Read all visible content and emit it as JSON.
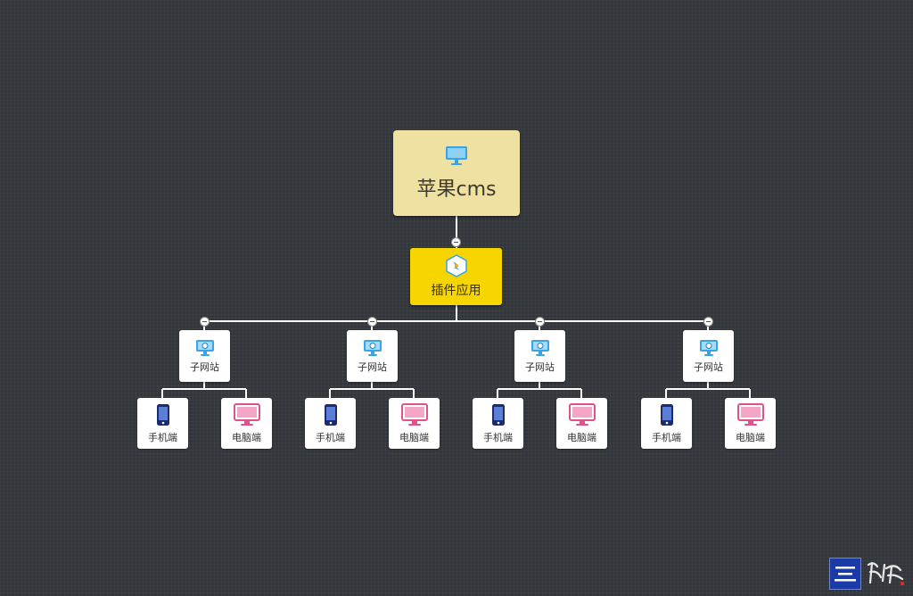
{
  "root": {
    "label": "苹果cms",
    "icon": "monitor-icon"
  },
  "plugin": {
    "label": "插件应用",
    "icon": "plugin-hexagon-icon"
  },
  "sites": [
    {
      "label": "子网站",
      "icon": "monitor-browser-icon",
      "devices": [
        {
          "label": "手机端",
          "icon": "smartphone-icon"
        },
        {
          "label": "电脑端",
          "icon": "desktop-computer-icon"
        }
      ]
    },
    {
      "label": "子网站",
      "icon": "monitor-browser-icon",
      "devices": [
        {
          "label": "手机端",
          "icon": "smartphone-icon"
        },
        {
          "label": "电脑端",
          "icon": "desktop-computer-icon"
        }
      ]
    },
    {
      "label": "子网站",
      "icon": "monitor-browser-icon",
      "devices": [
        {
          "label": "手机端",
          "icon": "smartphone-icon"
        },
        {
          "label": "电脑端",
          "icon": "desktop-computer-icon"
        }
      ]
    },
    {
      "label": "子网站",
      "icon": "monitor-browser-icon",
      "devices": [
        {
          "label": "手机端",
          "icon": "smartphone-icon"
        },
        {
          "label": "电脑端",
          "icon": "desktop-computer-icon"
        }
      ]
    }
  ],
  "colors": {
    "background": "#33373b",
    "root_fill": "#efe1a2",
    "plugin_fill": "#f6d500",
    "child_fill": "#ffffff",
    "connector": "#ffffff",
    "phone_icon": "#1d2a6e",
    "desktop_icon": "#e0528c",
    "site_icon": "#3aa3e3"
  },
  "watermark": {
    "icon": "brand-logo-icon"
  }
}
